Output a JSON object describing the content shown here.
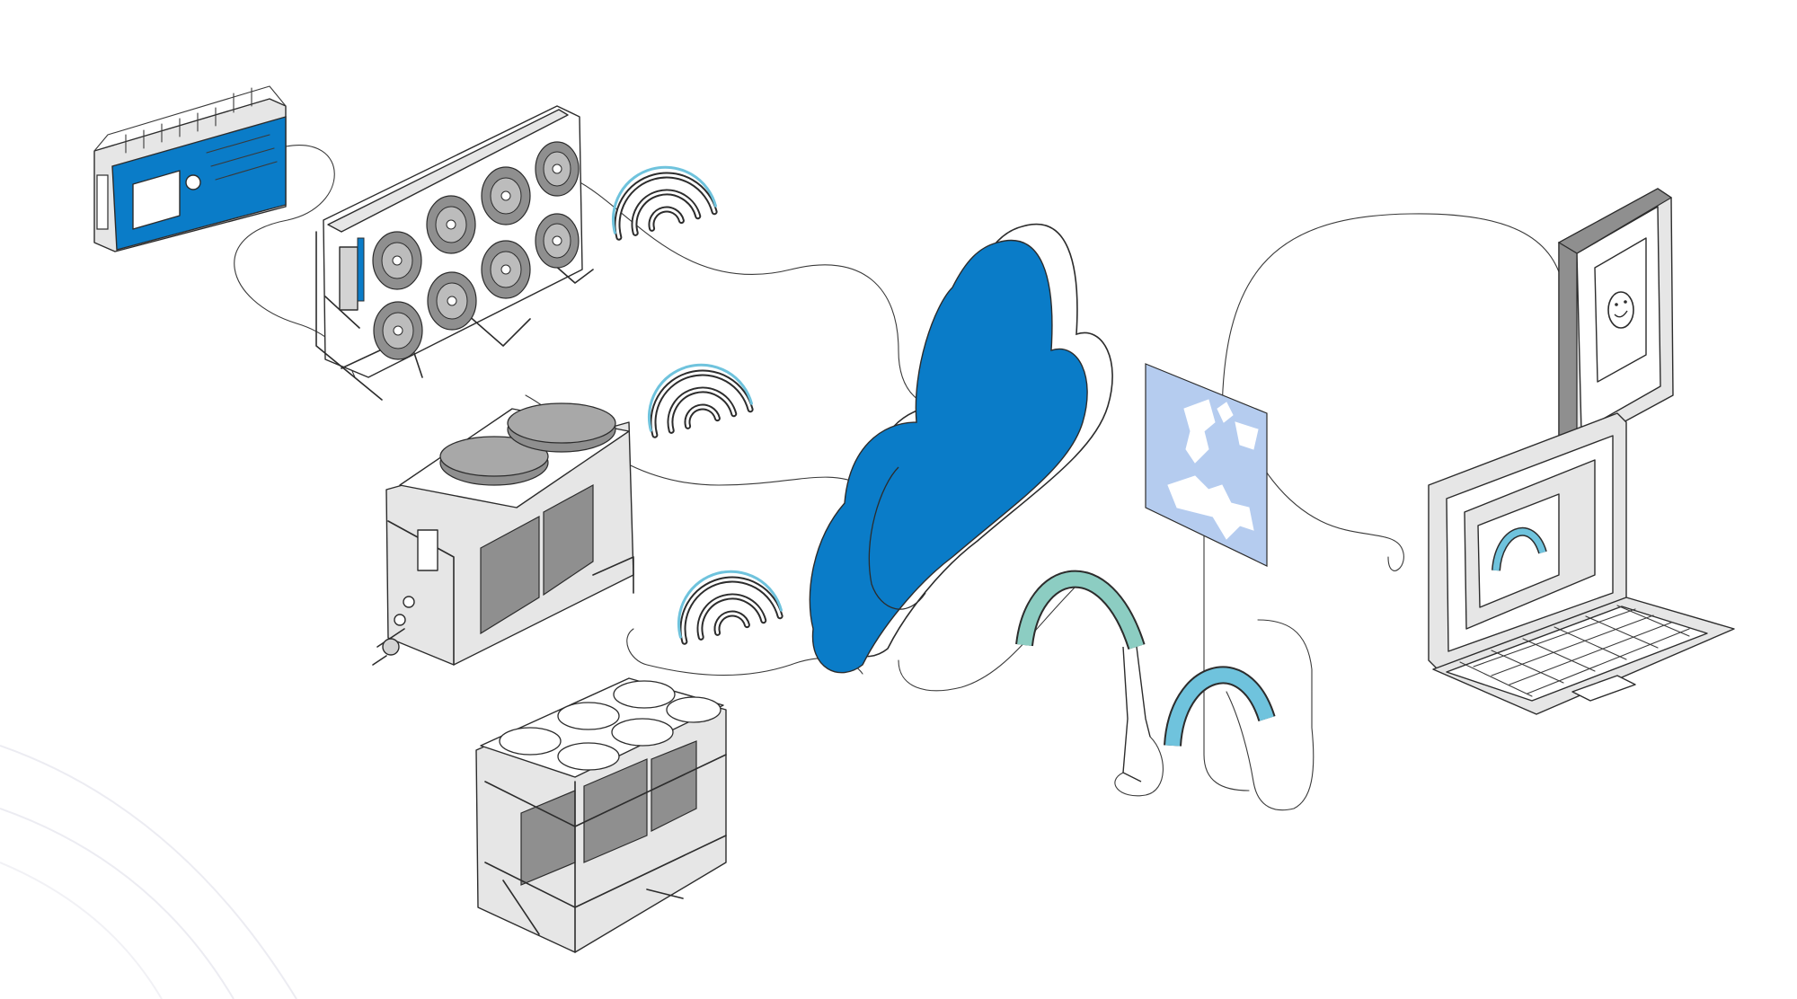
{
  "colors": {
    "brand_blue": "#0a7cc8",
    "light_blue": "#b5ccef",
    "teal": "#8ccdc2",
    "sky": "#6fc3dd",
    "line": "#2c2c2c",
    "grey_fill": "#e6e6e6",
    "dark_grey": "#8f8f8f"
  },
  "diagram": {
    "nodes": [
      {
        "name": "controller-module",
        "icon": "controller-icon"
      },
      {
        "name": "condenser-unit-eight-fans",
        "icon": "fan-array-icon"
      },
      {
        "name": "dry-cooler-two-fans",
        "icon": "dry-cooler-icon"
      },
      {
        "name": "chiller-six-fans",
        "icon": "chiller-icon"
      },
      {
        "name": "cloud",
        "icon": "cloud-icon"
      },
      {
        "name": "world-map-panel",
        "icon": "map-icon"
      },
      {
        "name": "smartphone",
        "icon": "smartphone-icon"
      },
      {
        "name": "laptop",
        "icon": "laptop-icon"
      }
    ],
    "wireless_signals": 3,
    "gauges": 3
  }
}
